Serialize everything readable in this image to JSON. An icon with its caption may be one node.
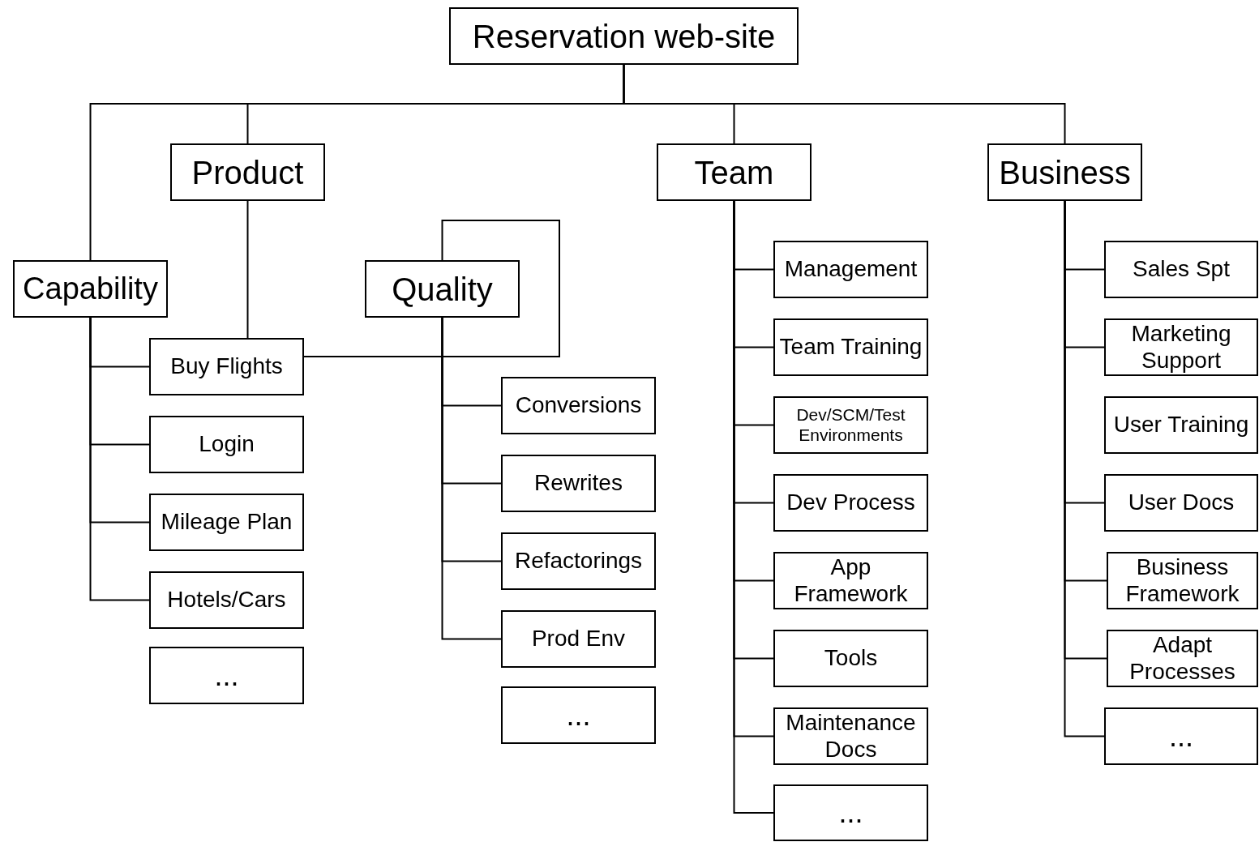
{
  "diagram": {
    "nodes": [
      {
        "text": [
          "Reservation web-site"
        ]
      },
      {
        "text": [
          "Capability"
        ]
      },
      {
        "text": [
          "Product"
        ]
      },
      {
        "text": [
          "Quality"
        ]
      },
      {
        "text": [
          "Team"
        ]
      },
      {
        "text": [
          "Business"
        ]
      },
      {
        "text": [
          "Buy Flights"
        ]
      },
      {
        "text": [
          "Login"
        ]
      },
      {
        "text": [
          "Mileage Plan"
        ]
      },
      {
        "text": [
          "Hotels/Cars"
        ]
      },
      {
        "text": [
          "..."
        ]
      },
      {
        "text": [
          "Conversions"
        ]
      },
      {
        "text": [
          "Rewrites"
        ]
      },
      {
        "text": [
          "Refactorings"
        ]
      },
      {
        "text": [
          "Prod Env"
        ]
      },
      {
        "text": [
          "..."
        ]
      },
      {
        "text": [
          "Management"
        ]
      },
      {
        "text": [
          "Team Training"
        ]
      },
      {
        "text": [
          "Dev/SCM/Test Environments"
        ]
      },
      {
        "text": [
          "Dev Process"
        ]
      },
      {
        "text": [
          "App Framework"
        ]
      },
      {
        "text": [
          "Tools"
        ]
      },
      {
        "text": [
          "Maintenance Docs"
        ]
      },
      {
        "text": [
          "..."
        ]
      },
      {
        "text": [
          "Sales Spt"
        ]
      },
      {
        "text": [
          "Marketing Support"
        ]
      },
      {
        "text": [
          "User Training"
        ]
      },
      {
        "text": [
          "User Docs"
        ]
      },
      {
        "text": [
          "Business Framework"
        ]
      },
      {
        "text": [
          "Adapt Processes"
        ]
      },
      {
        "text": [
          "..."
        ]
      }
    ],
    "edges": [
      {
        "from": 0,
        "to": 1,
        "arrow": "none"
      },
      {
        "from": 0,
        "to": 2,
        "arrow": "none"
      },
      {
        "from": 0,
        "to": 4,
        "arrow": "none"
      },
      {
        "from": 0,
        "to": 5,
        "arrow": "none"
      },
      {
        "from": 2,
        "to": 6,
        "arrow": "none"
      },
      {
        "from": 3,
        "to": 6,
        "arrow": "none"
      },
      {
        "from": 1,
        "to": 6,
        "arrow": "none"
      },
      {
        "from": 1,
        "to": 7,
        "arrow": "none"
      },
      {
        "from": 1,
        "to": 8,
        "arrow": "none"
      },
      {
        "from": 1,
        "to": 9,
        "arrow": "none"
      },
      {
        "from": 3,
        "to": 11,
        "arrow": "none"
      },
      {
        "from": 3,
        "to": 12,
        "arrow": "none"
      },
      {
        "from": 3,
        "to": 13,
        "arrow": "none"
      },
      {
        "from": 3,
        "to": 14,
        "arrow": "none"
      },
      {
        "from": 4,
        "to": 16,
        "arrow": "none"
      },
      {
        "from": 4,
        "to": 17,
        "arrow": "none"
      },
      {
        "from": 4,
        "to": 18,
        "arrow": "none"
      },
      {
        "from": 4,
        "to": 19,
        "arrow": "none"
      },
      {
        "from": 4,
        "to": 20,
        "arrow": "none"
      },
      {
        "from": 4,
        "to": 21,
        "arrow": "none"
      },
      {
        "from": 4,
        "to": 22,
        "arrow": "none"
      },
      {
        "from": 4,
        "to": 23,
        "arrow": "none"
      },
      {
        "from": 5,
        "to": 24,
        "arrow": "none"
      },
      {
        "from": 5,
        "to": 25,
        "arrow": "none"
      },
      {
        "from": 5,
        "to": 27,
        "arrow": "none"
      },
      {
        "from": 5,
        "to": 28,
        "arrow": "none"
      },
      {
        "from": 5,
        "to": 29,
        "arrow": "none"
      },
      {
        "from": 5,
        "to": 30,
        "arrow": "none"
      }
    ]
  }
}
